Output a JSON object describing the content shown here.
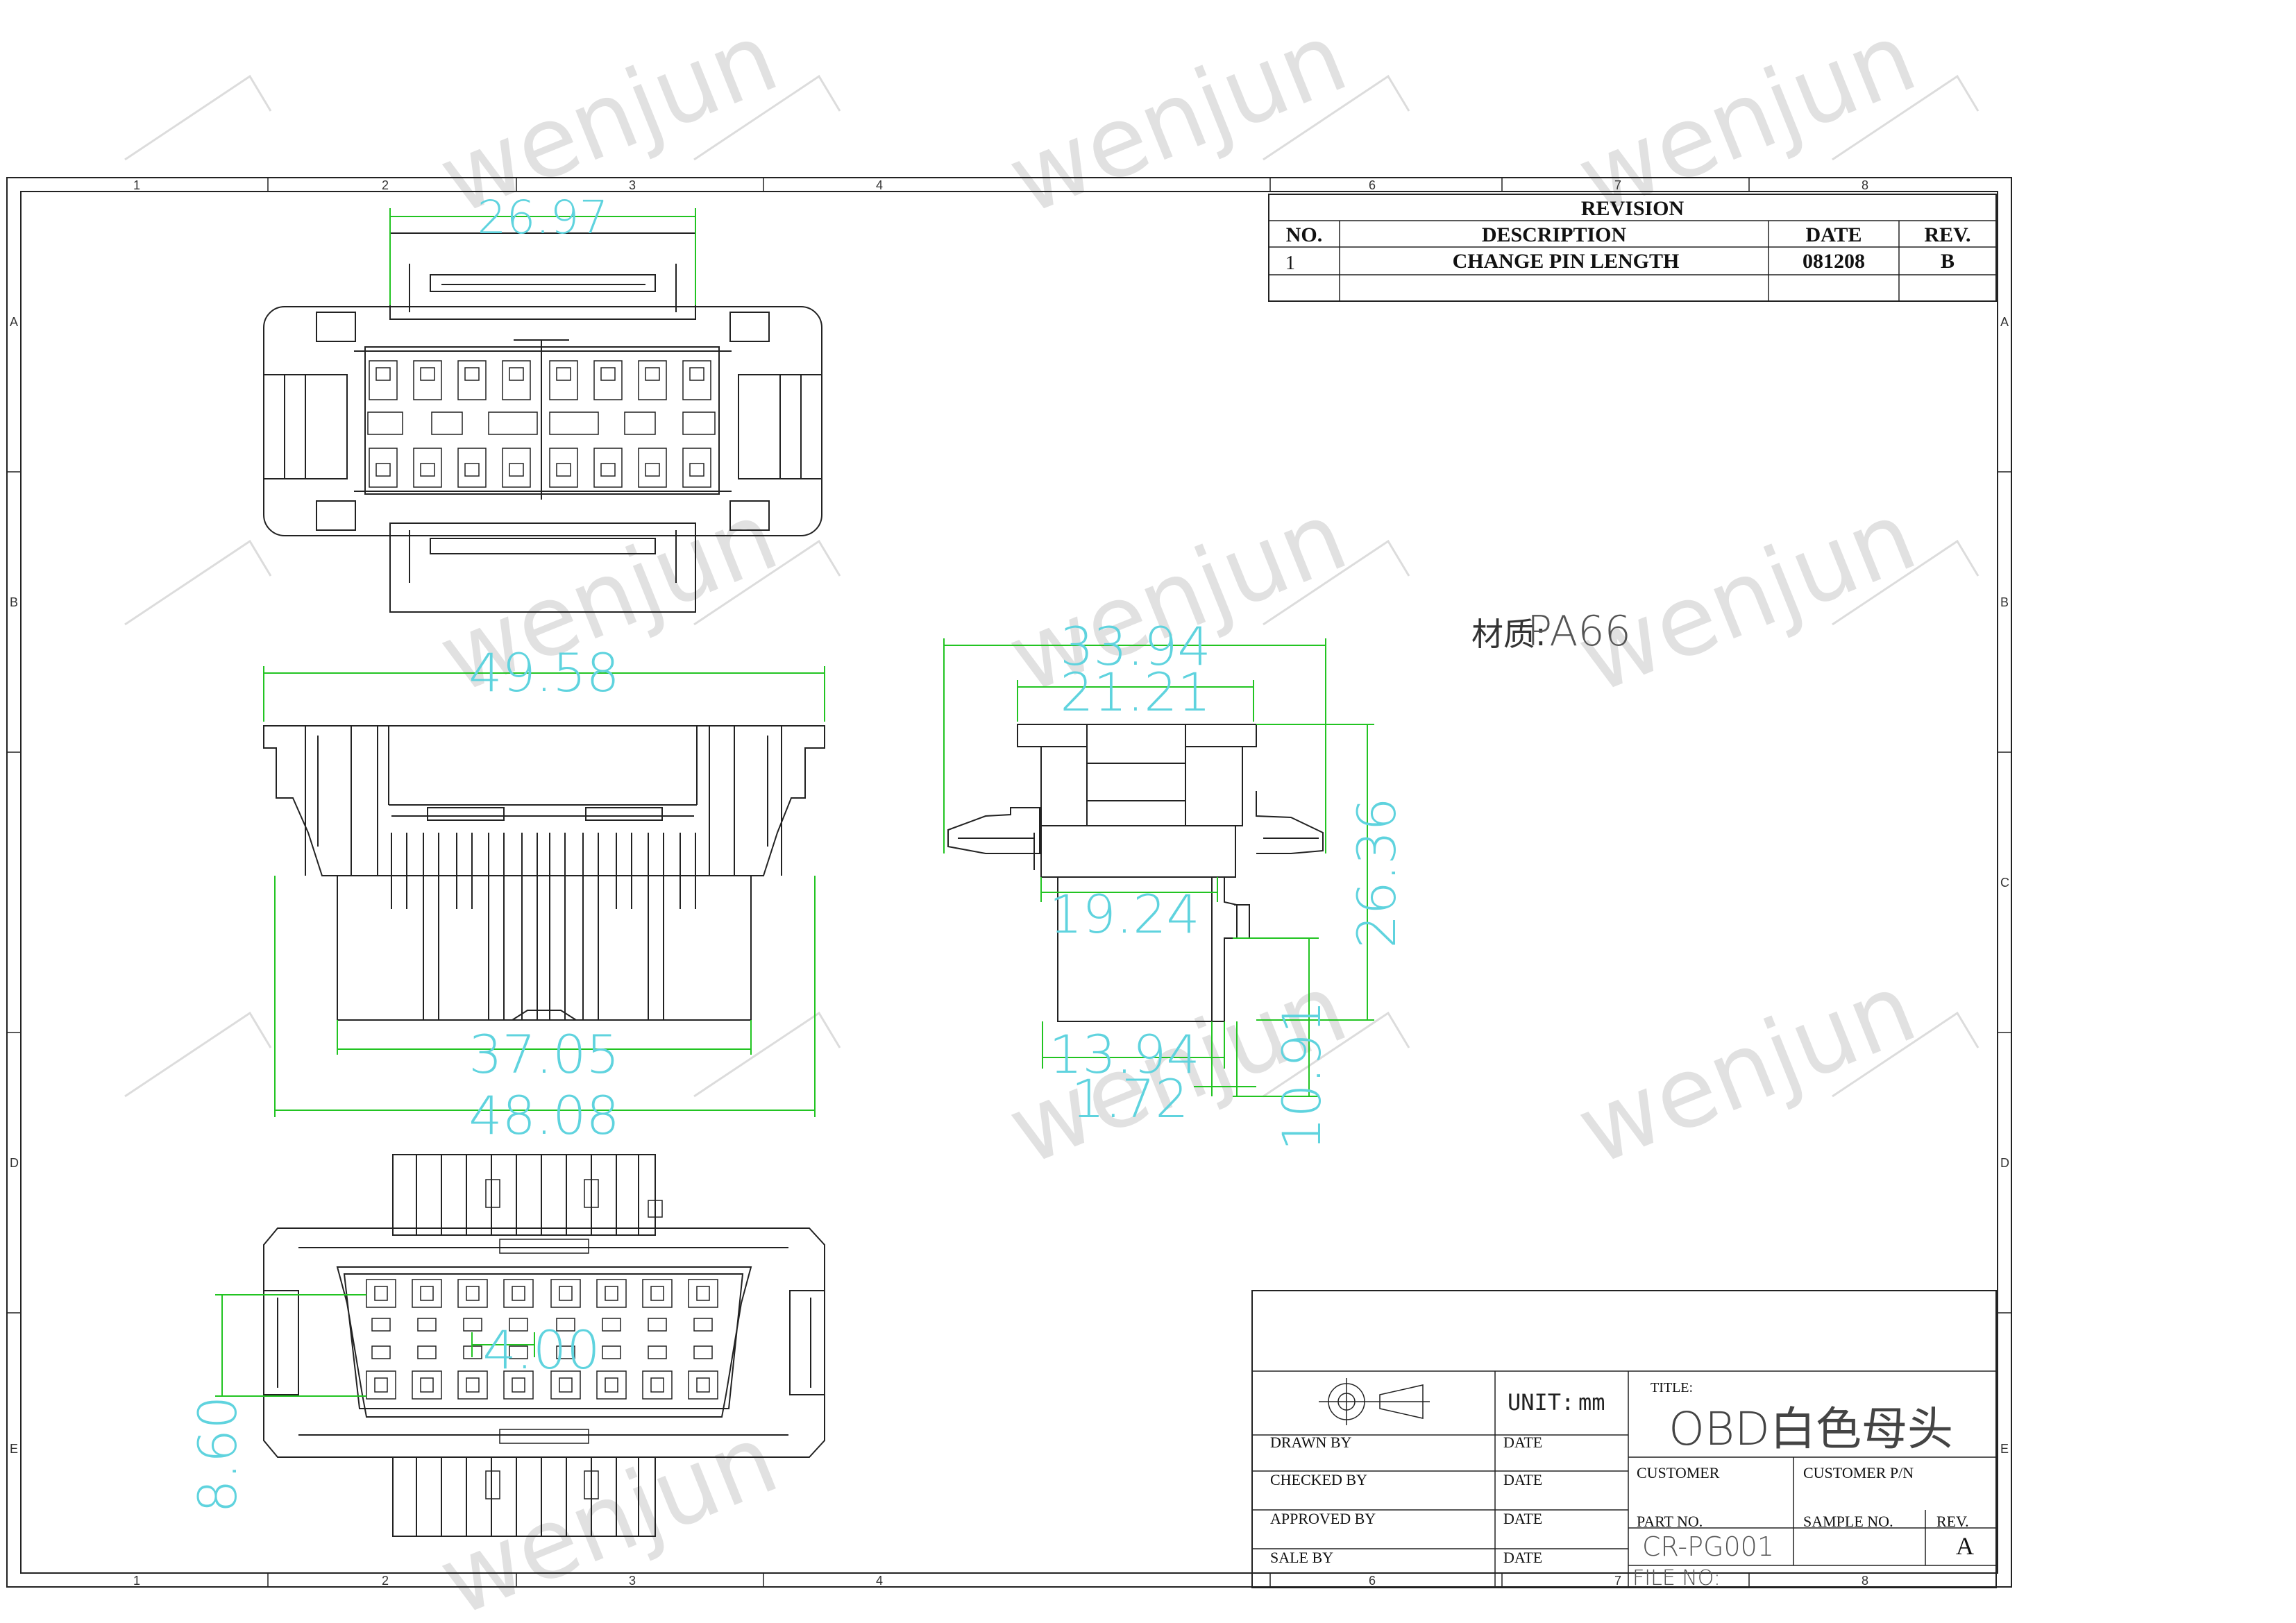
{
  "watermark": {
    "text": "wenjun"
  },
  "border": {
    "columns": [
      "1",
      "2",
      "3",
      "4",
      "6",
      "7",
      "8"
    ],
    "rows": [
      "A",
      "B",
      "C",
      "D",
      "E"
    ]
  },
  "revision_table": {
    "title": "REVISION",
    "headers": {
      "no": "NO.",
      "description": "DESCRIPTION",
      "date": "DATE",
      "rev": "REV."
    },
    "rows": [
      {
        "no": "1",
        "description": "CHANGE PIN LENGTH",
        "date": "081208",
        "rev": "B"
      }
    ]
  },
  "material": {
    "label": "材质:",
    "value": "PA66"
  },
  "dimensions": {
    "top_width": "26.97",
    "front_overall": "49.58",
    "front_inner": "37.05",
    "front_base": "48.08",
    "side_overall": "33.94",
    "side_top": "21.21",
    "side_body": "19.24",
    "side_height": "26.36",
    "side_lower": "13.94",
    "side_small": "1.72",
    "side_lower_height": "10.91",
    "bottom_pitch": "4.00",
    "bottom_height": "8.60"
  },
  "title_block": {
    "unit_label": "UNIT:",
    "unit_value": "mm",
    "title_label": "TITLE:",
    "title_value": "OBD白色母头",
    "drawn_by": "DRAWN   BY",
    "checked_by": "CHECKED   BY",
    "approved_by": "APPROVED   BY",
    "sale_by": "SALE   BY",
    "date": "DATE",
    "customer": "CUSTOMER",
    "customer_pn": "CUSTOMER P/N",
    "part_no_label": "PART NO.",
    "part_no_value": "CR-PG001",
    "sample_no": "SAMPLE NO.",
    "rev_label": "REV.",
    "rev_value": "A",
    "file_no": "FILE NO:"
  }
}
